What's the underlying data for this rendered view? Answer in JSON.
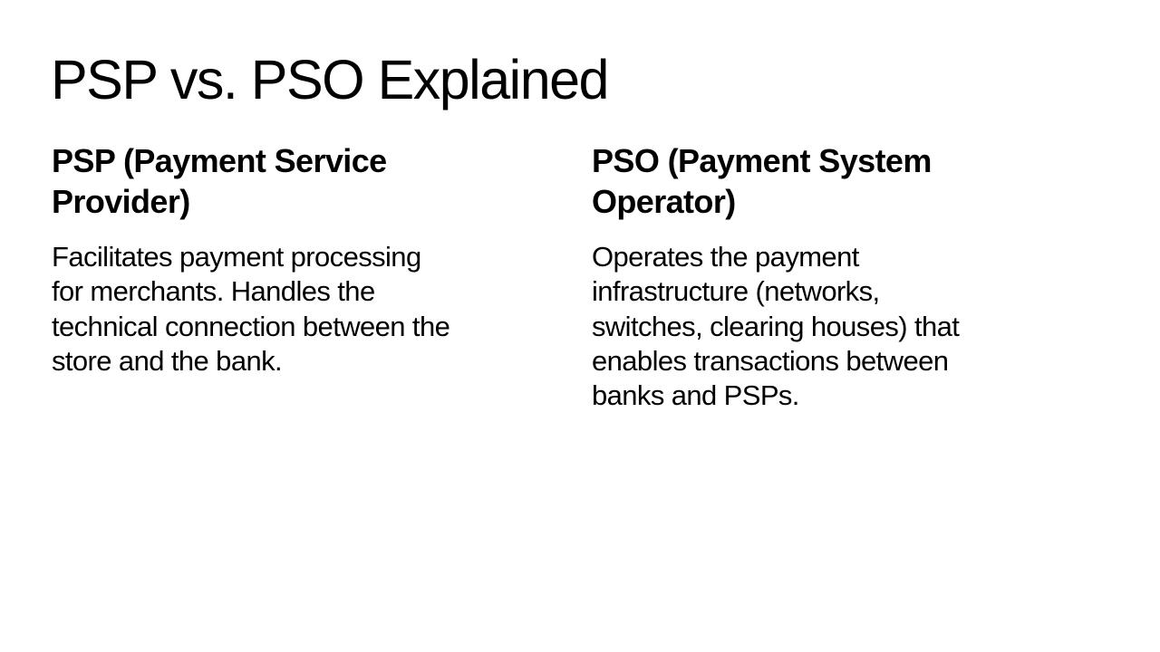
{
  "slide": {
    "title": "PSP vs. PSO Explained",
    "columns": [
      {
        "heading_lines": [
          "PSP (Payment Service",
          "Provider)"
        ],
        "heading": "PSP (Payment Service Provider)",
        "body": "Facilitates payment processing for merchants. Handles the technical connection between the store and the bank.",
        "body_lines": [
          "Facilitates payment processing",
          "for merchants. Handles the",
          "technical connection between the",
          "store and the bank."
        ]
      },
      {
        "heading_lines": [
          "PSO (Payment System",
          "Operator)"
        ],
        "heading": "PSO (Payment System Operator)",
        "body": "Operates the payment infrastructure (networks, switches, clearing houses) that enables transactions between banks and PSPs.",
        "body_lines": [
          "Operates the payment",
          "infrastructure (networks,",
          "switches, clearing houses) that",
          "enables transactions between",
          "banks and PSPs."
        ]
      }
    ],
    "colors": {
      "background": "#ffffff",
      "text": "#000000"
    }
  }
}
